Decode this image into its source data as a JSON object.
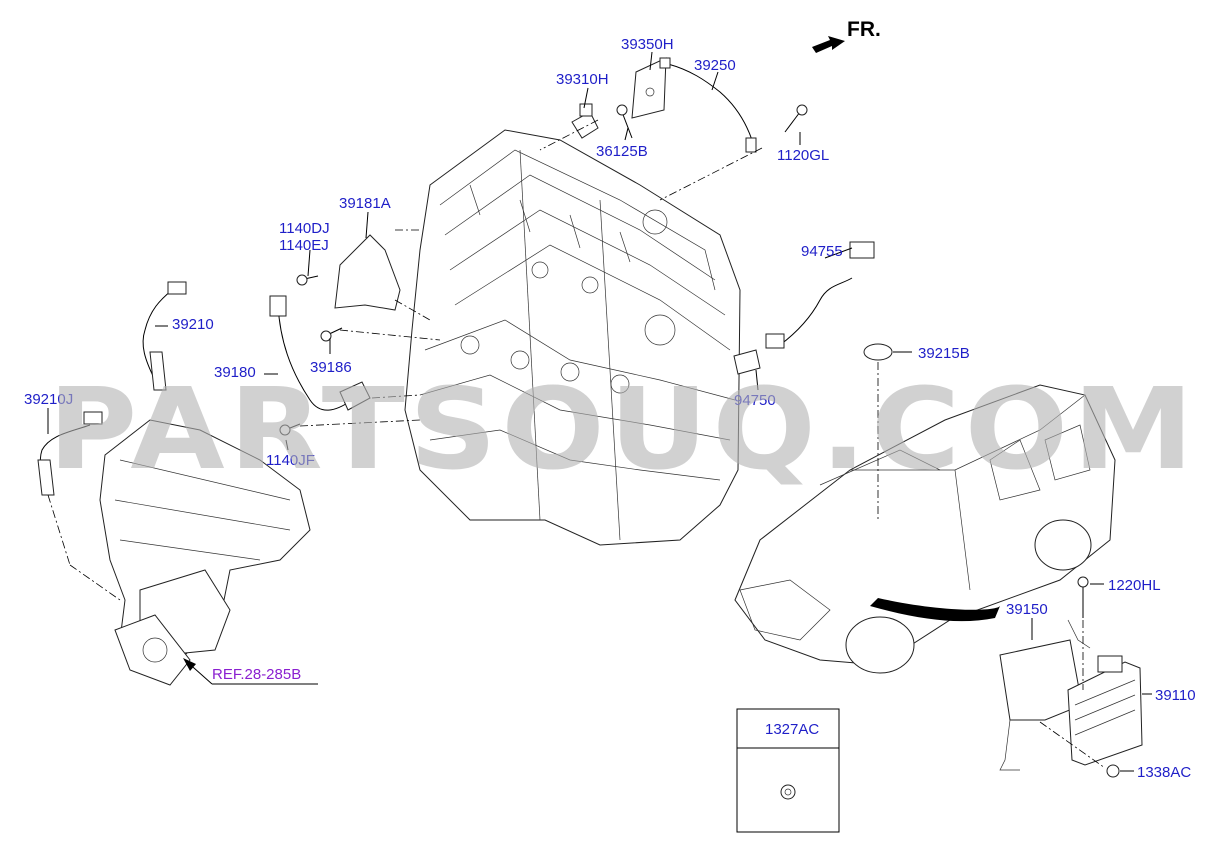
{
  "orientation_label": "FR.",
  "watermark": "PARTSOUQ.COM",
  "reference_link": "REF.28-285B",
  "inset_label": "1327AC",
  "colors": {
    "label": "#1f1fc8",
    "reference": "#8a1fd0",
    "watermark": "#b4b4b4"
  },
  "part_labels": {
    "p39350H": "39350H",
    "p39310H": "39310H",
    "p39250": "39250",
    "p36125B": "36125B",
    "p1120GL": "1120GL",
    "p39181A": "39181A",
    "p1140DJ": "1140DJ",
    "p1140EJ": "1140EJ",
    "p94755": "94755",
    "p39210": "39210",
    "p39186": "39186",
    "p39215B": "39215B",
    "p39180": "39180",
    "p94750": "94750",
    "p39210J": "39210J",
    "p1140JF": "1140JF",
    "p1220HL": "1220HL",
    "p39150": "39150",
    "p39110": "39110",
    "p1338AC": "1338AC"
  }
}
